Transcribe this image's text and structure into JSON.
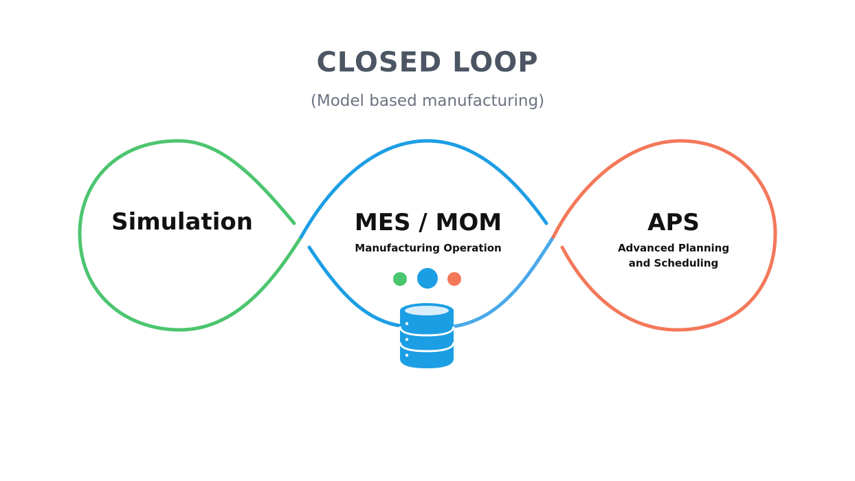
{
  "title": "CLOSED LOOP",
  "subtitle": "(Model based manufacturing)",
  "nodes": {
    "simulation": {
      "title": "Simulation"
    },
    "mes": {
      "title": "MES / MOM",
      "subtitle": "Manufacturing Operation"
    },
    "aps": {
      "title": "APS",
      "subtitle_line1": "Advanced Planning",
      "subtitle_line2": "and Scheduling"
    }
  },
  "colors": {
    "simulation": "#4cc56f",
    "mes": "#1c9ee4",
    "aps": "#f3785a",
    "title": "#4b5563",
    "database": "#1c9ee4"
  },
  "icons": [
    "green-dot-icon",
    "blue-dot-icon",
    "orange-dot-icon",
    "database-icon"
  ]
}
